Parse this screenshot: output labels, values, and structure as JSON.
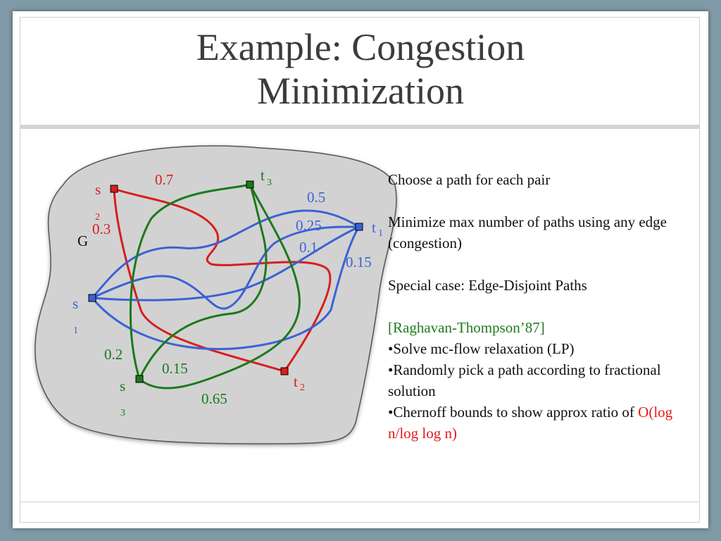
{
  "title": {
    "line1": "Example: Congestion",
    "line2": "Minimization"
  },
  "graph": {
    "label": "G",
    "nodes": {
      "s1": {
        "main": "s",
        "sub": "1"
      },
      "s2": {
        "main": "s",
        "sub": "2"
      },
      "s3": {
        "main": "s",
        "sub": "3"
      },
      "t1": {
        "main": "t",
        "sub": "1"
      },
      "t2": {
        "main": "t",
        "sub": "2"
      },
      "t3": {
        "main": "t",
        "sub": "3"
      }
    },
    "flow_labels": {
      "red_top": "0.7",
      "red_left": "0.3",
      "blue_top": "0.5",
      "blue_mid1": "0.25",
      "blue_mid2": "0.1",
      "blue_right": "0.15",
      "green_left": "0.2",
      "green_mid": "0.15",
      "green_bottom": "0.65"
    },
    "colors": {
      "red": "#d81e1e",
      "blue": "#3a63d4",
      "green": "#1a7a1a"
    }
  },
  "text": {
    "p1": "Choose a path for each pair",
    "p2": "Minimize max number of paths using any edge (congestion)",
    "p3": "Special case: Edge-Disjoint Paths",
    "citation": "[Raghavan-Thompson’87]",
    "b1": "•Solve mc-flow relaxation (LP)",
    "b2": "•Randomly pick a path according to fractional solution",
    "b3_prefix": "•Chernoff bounds to show  approx ratio of ",
    "b3_highlight": "O(log n/log log n)"
  }
}
